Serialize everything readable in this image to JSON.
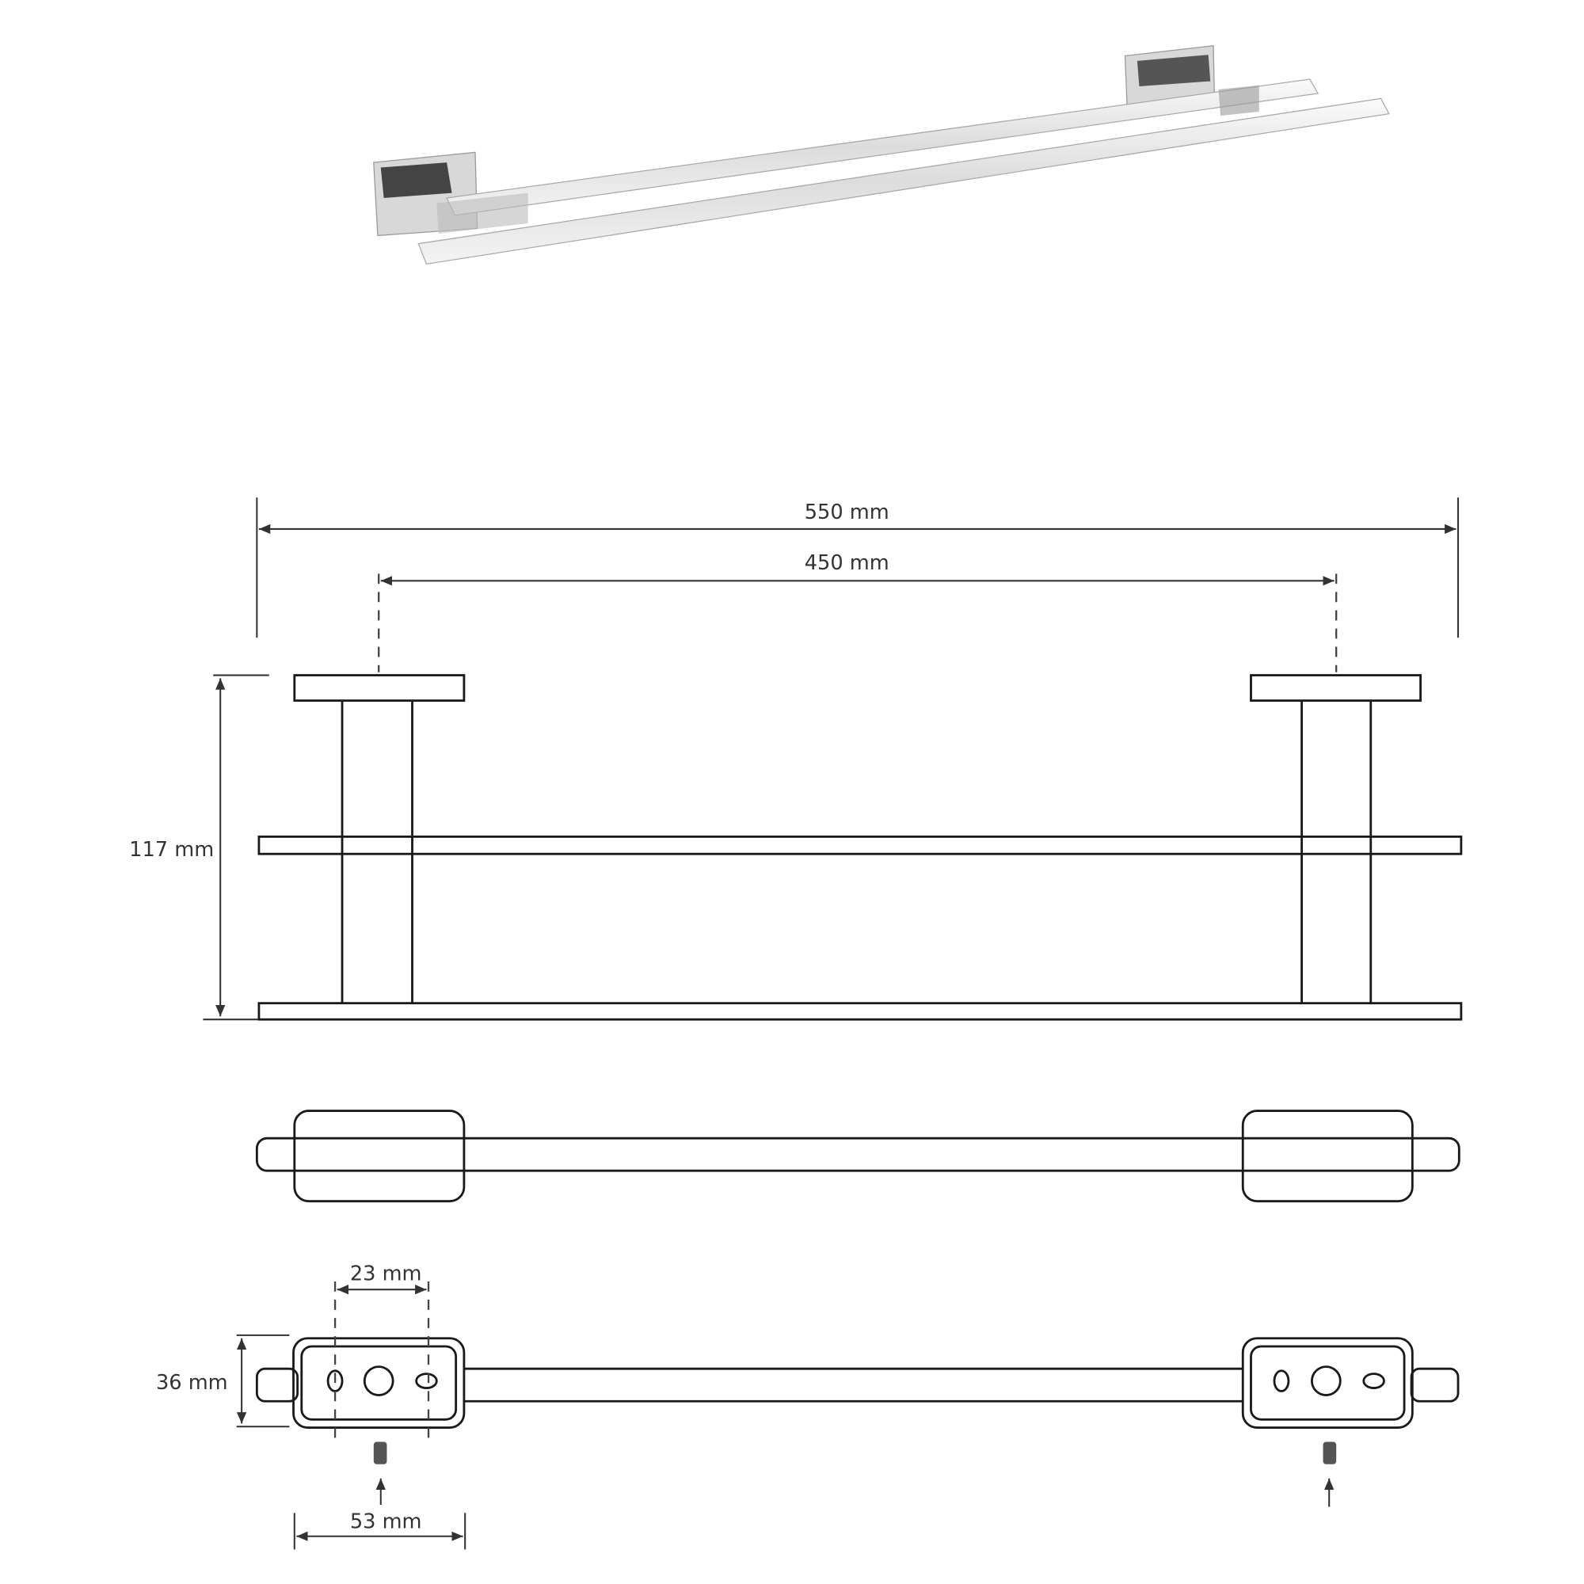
{
  "dimensions": {
    "overall_width": "550 mm",
    "mount_spacing": "450 mm",
    "depth": "117 mm",
    "hole_spacing": "23 mm",
    "base_height": "36 mm",
    "base_width": "53 mm"
  },
  "colors": {
    "line": "#1a1a1a",
    "chrome_light": "#e8e8e8",
    "chrome_dark": "#555555"
  }
}
